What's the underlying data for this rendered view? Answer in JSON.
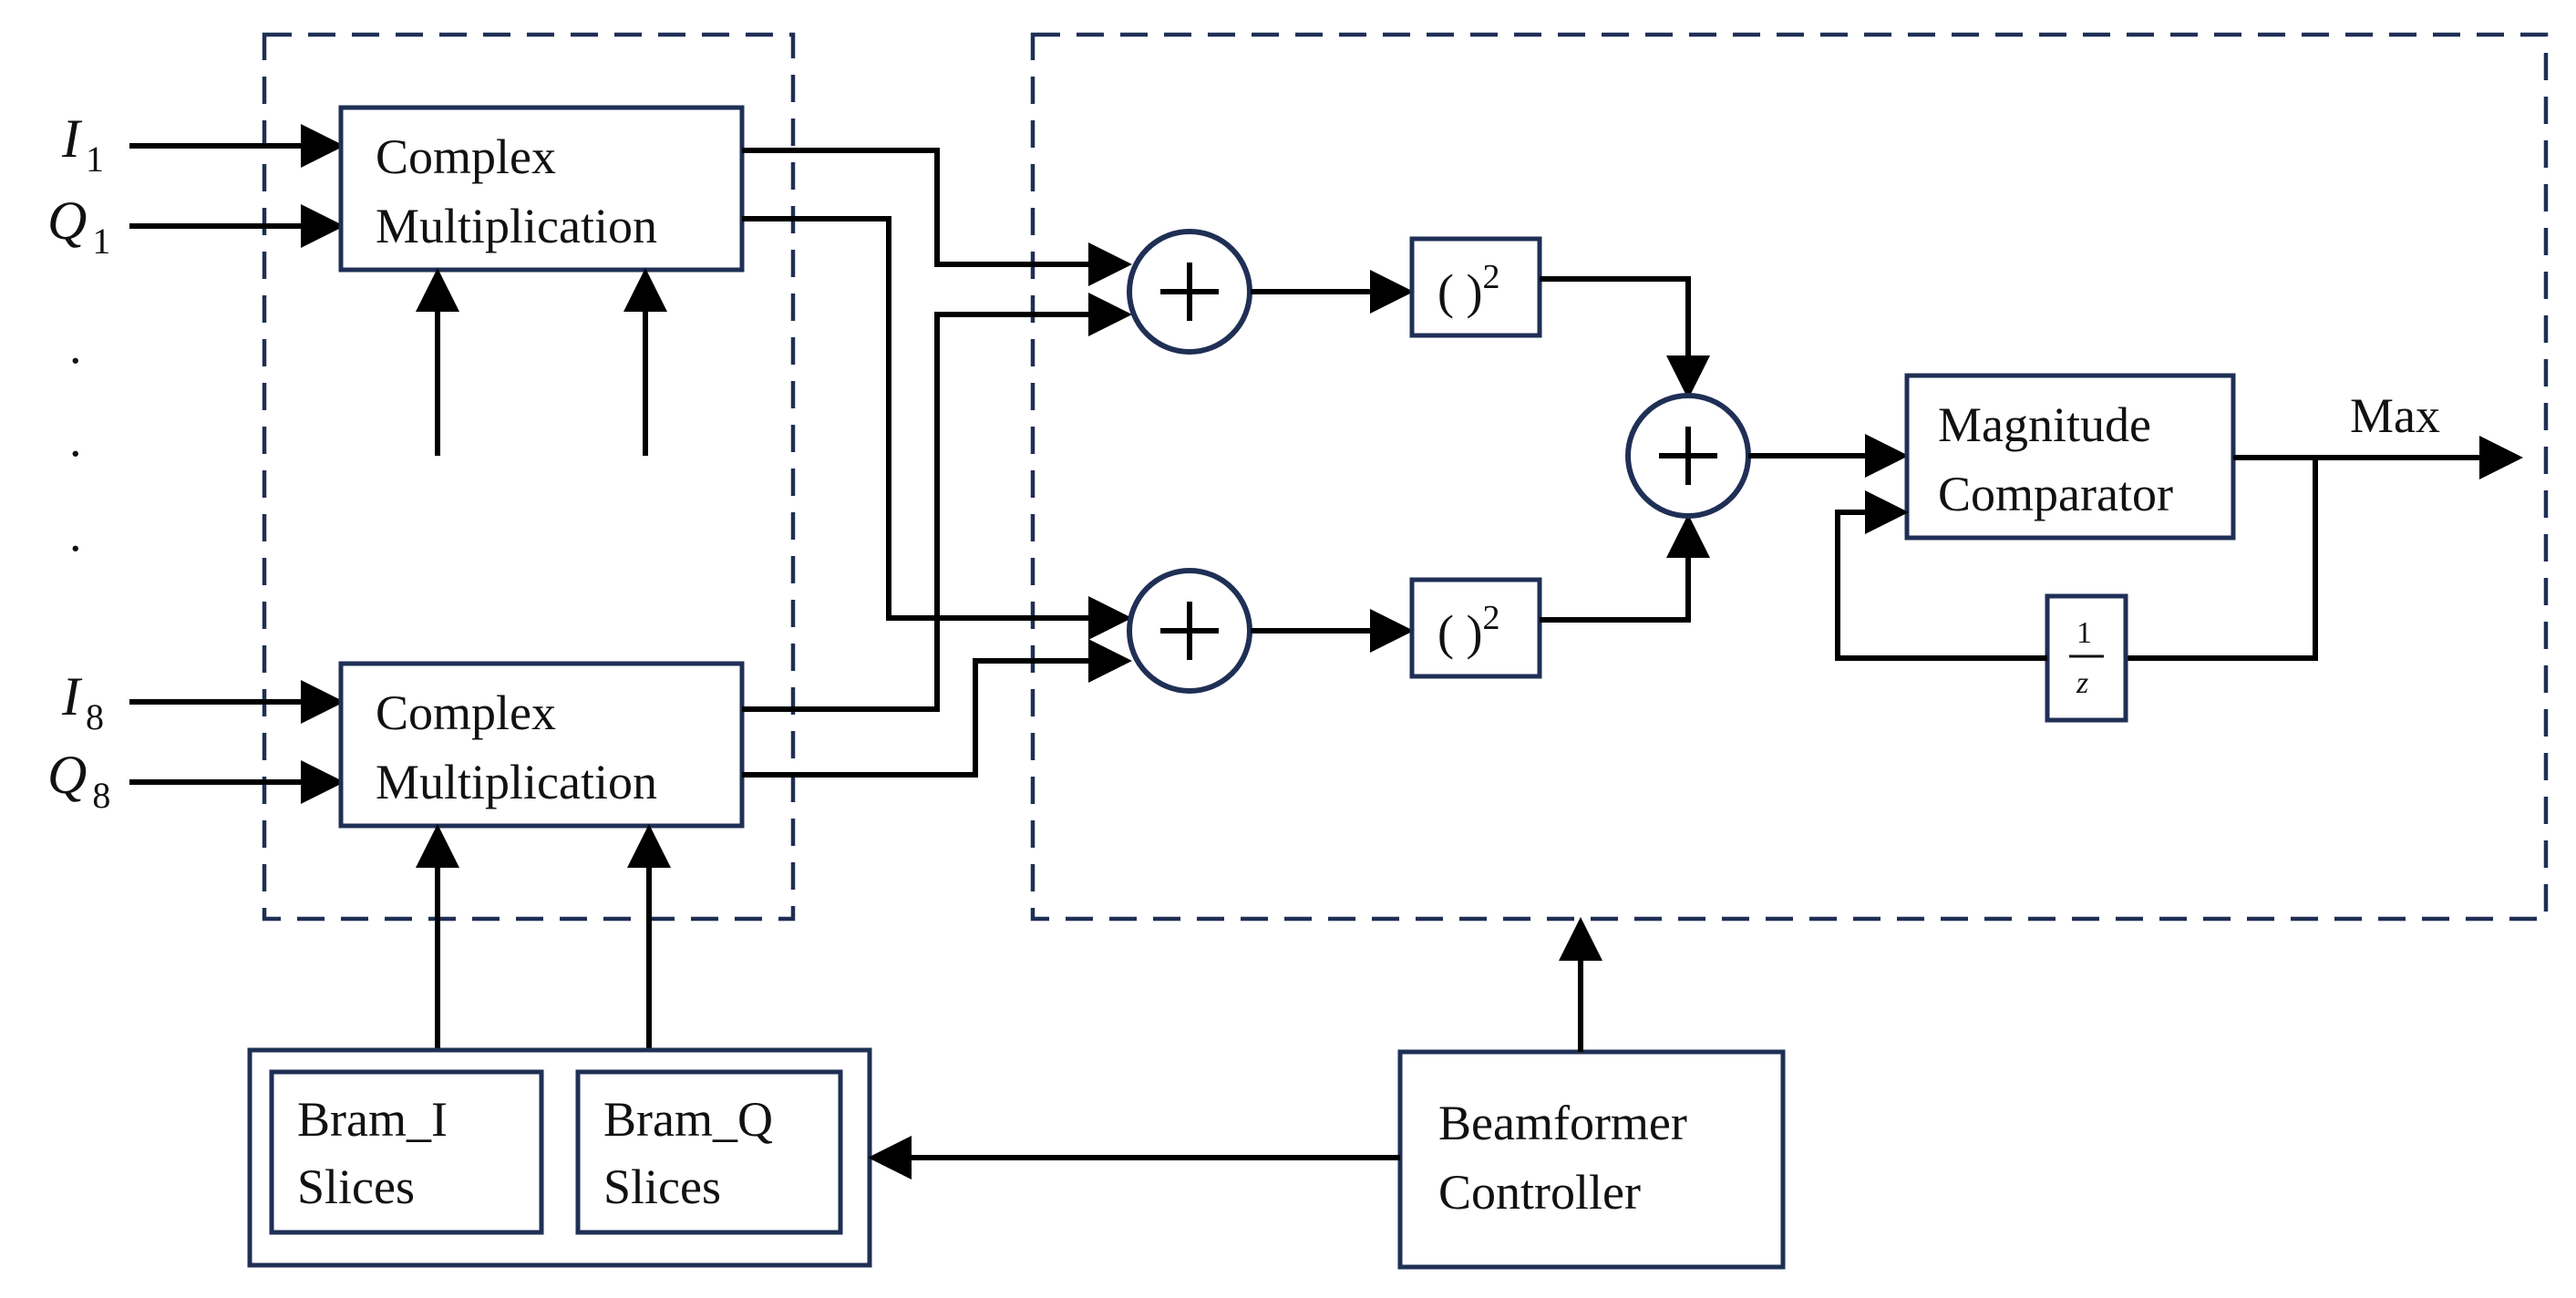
{
  "inputs": {
    "i1": {
      "base": "I",
      "sub": "1"
    },
    "q1": {
      "base": "Q",
      "sub": "1"
    },
    "i8": {
      "base": "I",
      "sub": "8"
    },
    "q8": {
      "base": "Q",
      "sub": "8"
    },
    "ellipsis": "."
  },
  "blocks": {
    "complex_mult_top": [
      "Complex",
      "Multiplication"
    ],
    "complex_mult_bottom": [
      "Complex",
      "Multiplication"
    ],
    "square_top": {
      "base": "( )",
      "sup": "2"
    },
    "square_bottom": {
      "base": "( )",
      "sup": "2"
    },
    "magnitude_comparator": [
      "Magnitude",
      "Comparator"
    ],
    "delay": {
      "num": "1",
      "den": "z"
    },
    "bram_i": [
      "Bram_I",
      "Slices"
    ],
    "bram_q": [
      "Bram_Q",
      "Slices"
    ],
    "beamformer_controller": [
      "Beamformer",
      "Controller"
    ]
  },
  "outputs": {
    "max_label": "Max"
  },
  "colors": {
    "block_border": "#1f2f55",
    "wire": "#000000",
    "text": "#111111"
  }
}
